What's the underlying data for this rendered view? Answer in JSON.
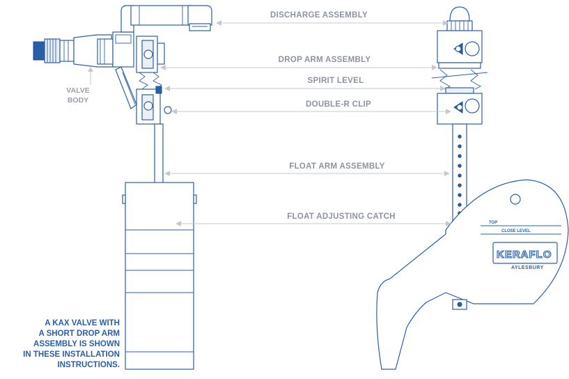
{
  "labels": {
    "discharge": "DISCHARGE ASSEMBLY",
    "drop_arm": "DROP ARM ASSEMBLY",
    "spirit_level": "SPIRIT LEVEL",
    "double_r_clip": "DOUBLE-R CLIP",
    "float_arm": "FLOAT ARM ASSEMBLY",
    "float_catch": "FLOAT ADJUSTING CATCH",
    "valve_body_line1": "VALVE",
    "valve_body_line2": "BODY"
  },
  "note_lines": [
    "A KAX VALVE WITH",
    "A SHORT DROP ARM",
    "ASSEMBLY IS SHOWN",
    "IN THESE INSTALLATION",
    "INSTRUCTIONS."
  ],
  "gauge": {
    "top": "TOP",
    "close_level": "CLOSE LEVEL",
    "brand": "KERAFLO",
    "town": "AYLESBURY"
  },
  "colors": {
    "line_art": "#2a5fa8",
    "label_grey": "#8c93a1",
    "note_blue": "#2a5fa8"
  }
}
